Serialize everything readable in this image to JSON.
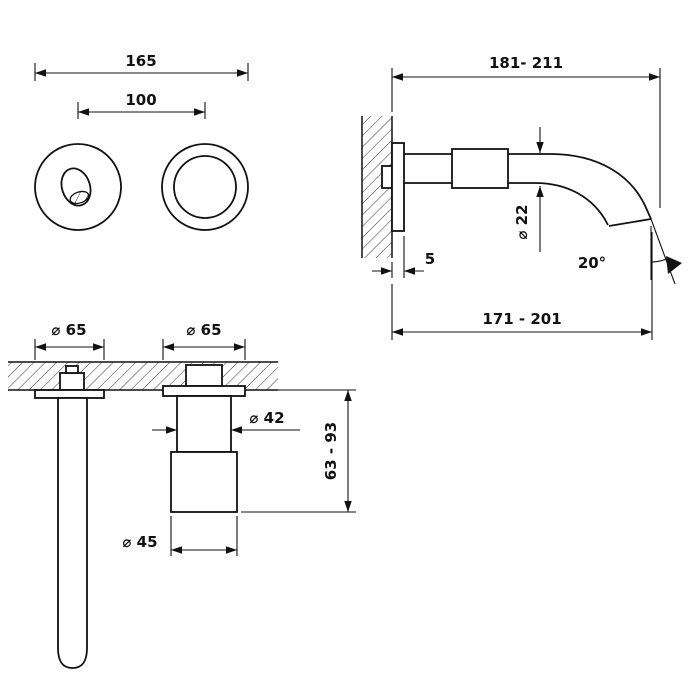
{
  "page": {
    "background": "#ffffff",
    "line_color": "#111111"
  },
  "views": {
    "front": {
      "overall_width": "165",
      "handle_spacing": "100"
    },
    "side": {
      "spout_length_range": "181- 211",
      "plate_offset": "5",
      "spout_diameter": "⌀ 22",
      "outlet_angle": "20°",
      "reach_range": "171 - 201"
    },
    "section": {
      "spout_trim_diameter": "⌀ 65",
      "handle_trim_diameter": "⌀ 65",
      "body_diameter": "⌀ 42",
      "depth_range": "63 - 93",
      "handle_diameter": "⌀ 45"
    }
  }
}
